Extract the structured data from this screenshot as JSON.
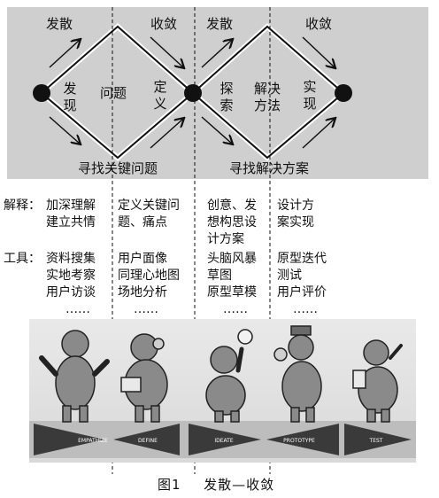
{
  "diagram": {
    "top_labels": [
      "发散",
      "收敛",
      "发散",
      "收敛"
    ],
    "inner_left": [
      "发现",
      "问题",
      "定义"
    ],
    "inner_right": [
      "探索",
      "解决方法",
      "实现"
    ],
    "bottom_labels": [
      "寻找关键问题",
      "寻找解决方案"
    ]
  },
  "table": {
    "explain_label": "解释：",
    "explain_cols": [
      [
        "加深理解",
        "建立共情"
      ],
      [
        "定义关键问",
        "题、痛点"
      ],
      [
        "创意、发",
        "想构思设",
        "计方案"
      ],
      [
        "设计方",
        "案实现"
      ]
    ],
    "tools_label": "工具：",
    "tools_cols": [
      [
        "资料搜集",
        "实地考察",
        "用户访谈",
        "……"
      ],
      [
        "用户面像",
        "同理心地图",
        "场地分析",
        "……"
      ],
      [
        "头脑风暴",
        "草图",
        "原型草模",
        "……"
      ],
      [
        "原型迭代",
        "测试",
        "用户评价",
        "……"
      ]
    ]
  },
  "strip": {
    "stages": [
      "EMPATHIZE",
      "DEFINE",
      "IDEATE",
      "PROTOTYPE",
      "TEST"
    ]
  },
  "caption": {
    "number": "图1",
    "title": "发散—收敛"
  }
}
